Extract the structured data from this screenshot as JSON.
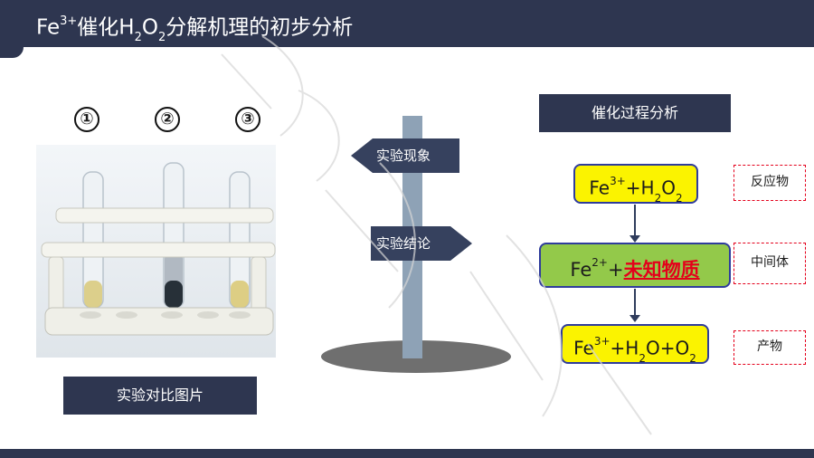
{
  "slide": {
    "title": {
      "prefix": "Fe",
      "prefix_sup": "3+",
      "mid1": "催化H",
      "sub1": "2",
      "mid2": "O",
      "sub2": "2",
      "suffix": "分解机理的初步分析"
    }
  },
  "experiment": {
    "tube_numbers": [
      "①",
      "②",
      "③"
    ],
    "caption": "实验对比图片"
  },
  "signpost": {
    "phenomenon": "实验现象",
    "conclusion": "实验结论"
  },
  "process": {
    "header": "催化过程分析",
    "reactants": {
      "fe": "Fe",
      "charge": "3+",
      "plus": "+H",
      "h_sub": "2",
      "o": "O",
      "o_sub": "2",
      "label": "反应物"
    },
    "intermediate": {
      "fe": "Fe",
      "charge": "2+",
      "plus": "+",
      "unknown": "未知物质",
      "label": "中间体"
    },
    "products": {
      "fe": "Fe",
      "charge": "3+",
      "plus": "+H",
      "h_sub": "2",
      "o": "O+O",
      "o_sub": "2",
      "label": "产物"
    }
  },
  "colors": {
    "navy": "#2e3650",
    "highlight_yellow": "#fbf300",
    "green": "#93c94a",
    "alert_red": "#e4001b"
  }
}
